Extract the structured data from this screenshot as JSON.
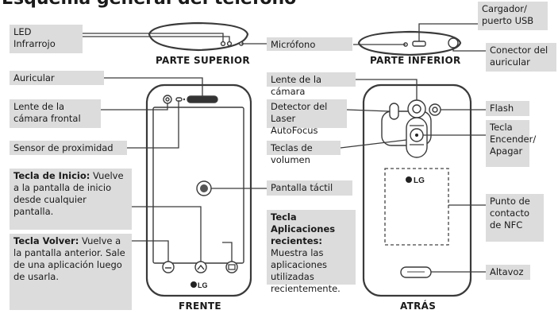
{
  "title": "Esquema general del teléfono",
  "views": {
    "top": "PARTE SUPERIOR",
    "bottom": "PARTE INFERIOR",
    "front": "FRENTE",
    "back": "ATRÁS"
  },
  "labels": {
    "led": "LED",
    "infrared": "Infrarrojo",
    "microphone": "Micrófono",
    "charger": "Cargador/ puerto USB",
    "headset": "Conector del auricular",
    "earpiece": "Auricular",
    "front_lens": "Lente de la cámara frontal",
    "proximity": "Sensor de proximidad",
    "home_key_title": "Tecla de Inicio:",
    "home_key_text": " Vuelve a la pantalla de inicio desde cualquier pantalla.",
    "back_key_title": "Tecla Volver:",
    "back_key_text": " Vuelve a la pantalla anterior. Sale de una aplicación luego de usarla.",
    "touchscreen": "Pantalla táctil",
    "recent_title": "Tecla Aplicaciones recientes:",
    "recent_text": " Muestra las aplicaciones utilizadas recientemente.",
    "camera_lens": "Lente de la cámara",
    "laser": "Detector del Laser AutoFocus",
    "volume": "Teclas de volumen",
    "flash": "Flash",
    "power": "Tecla Encender/ Apagar",
    "nfc": "Punto de contacto de NFC",
    "speaker": "Altavoz"
  },
  "logos": {
    "front": "LG",
    "back": "LG"
  }
}
